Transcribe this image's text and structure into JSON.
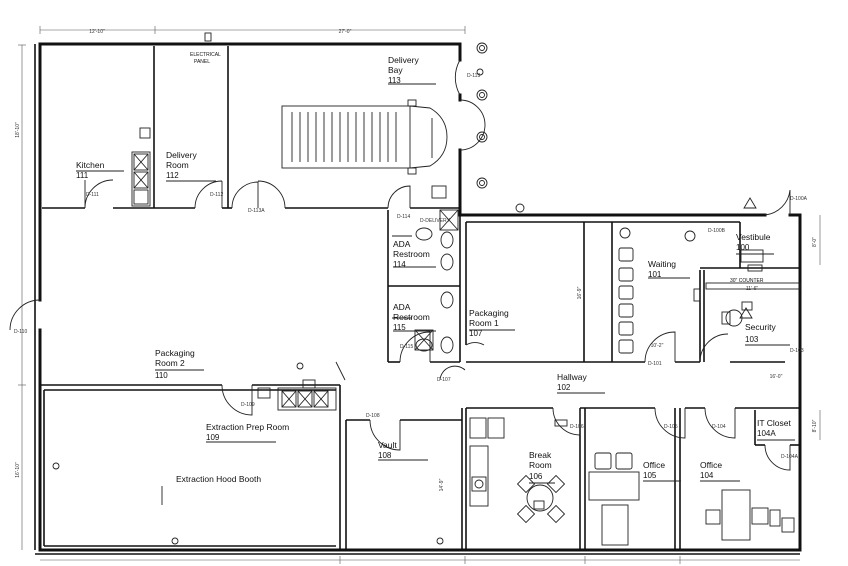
{
  "rooms": [
    {
      "id": "kitchen",
      "name": "Kitchen",
      "number": "111"
    },
    {
      "id": "delivery-room",
      "name": "Delivery\nRoom",
      "number": "112"
    },
    {
      "id": "delivery-bay",
      "name": "Delivery\nBay",
      "number": "113"
    },
    {
      "id": "ada-restroom-114",
      "name": "ADA\nRestroom",
      "number": "114"
    },
    {
      "id": "ada-restroom-115",
      "name": "ADA\nRestroom",
      "number": "115"
    },
    {
      "id": "packaging-room-1",
      "name": "Packaging\nRoom 1",
      "number": "107"
    },
    {
      "id": "packaging-room-2",
      "name": "Packaging\nRoom 2",
      "number": "110"
    },
    {
      "id": "waiting",
      "name": "Waiting",
      "number": "101"
    },
    {
      "id": "vestibule",
      "name": "Vestibule",
      "number": "100"
    },
    {
      "id": "security",
      "name": "Security",
      "number": "103"
    },
    {
      "id": "hallway",
      "name": "Hallway",
      "number": "102"
    },
    {
      "id": "extraction-prep-room",
      "name": "Extraction Prep Room",
      "number": "109"
    },
    {
      "id": "extraction-hood-booth",
      "name": "Extraction Hood Booth",
      "number": ""
    },
    {
      "id": "vault",
      "name": "Vault",
      "number": "108"
    },
    {
      "id": "break-room",
      "name": "Break\nRoom",
      "number": "106"
    },
    {
      "id": "office-105",
      "name": "Office",
      "number": "105"
    },
    {
      "id": "office-104",
      "name": "Office",
      "number": "104"
    },
    {
      "id": "it-closet",
      "name": "IT Closet",
      "number": "104A"
    }
  ],
  "notes": {
    "electrical_panel": "ELECTRICAL\nPANEL",
    "counter": "30\" COUNTER"
  },
  "doors": [
    "D-112",
    "D-113",
    "D-113A",
    "D-111",
    "D-114",
    "D-115",
    "D-107",
    "D-110",
    "D-109",
    "D-108",
    "D-106",
    "D-105",
    "D-104",
    "D-104A",
    "D-100A",
    "D-100B",
    "D-103",
    "D-DELIVERY",
    "D-101"
  ],
  "dimensions": {
    "top": [
      "12'-10\"",
      "27'-0\""
    ],
    "left": [
      "18'-10\"",
      "16'-10\""
    ],
    "right": [
      "8'-0\"",
      "8'-10\""
    ],
    "interior": [
      "16'-9\"",
      "14'-9\"",
      "10'-2\"",
      "11'-6\"",
      "16'-0\""
    ]
  }
}
